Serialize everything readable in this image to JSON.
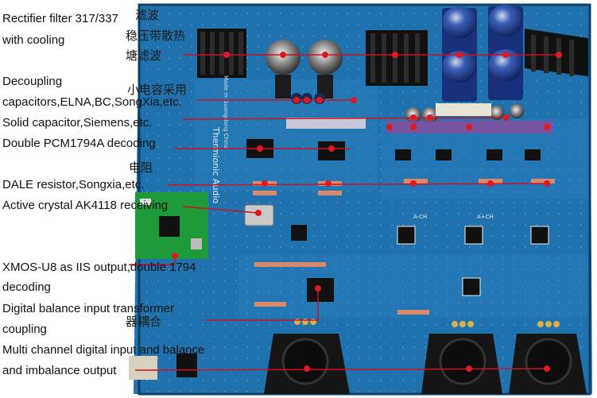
{
  "annotations": [
    {
      "id": "rectifier",
      "lines": [
        "Rectifier filter 317/337",
        "with cooling"
      ]
    },
    {
      "id": "decoupling",
      "lines": [
        "Decoupling",
        "capacitors,ELNA,BC,SongXia,etc."
      ]
    },
    {
      "id": "solid-cap",
      "lines": [
        "Solid capacitor,Siemens,etc."
      ]
    },
    {
      "id": "pcm1794a",
      "lines": [
        "Double PCM1794A decoding"
      ]
    },
    {
      "id": "dale",
      "lines": [
        "DALE resistor,Songxia,etc."
      ]
    },
    {
      "id": "ak4118",
      "lines": [
        "Active crystal AK4118 receiving"
      ]
    },
    {
      "id": "xmos",
      "lines": [
        "XMOS-U8 as IIS output,double 1794",
        "decoding"
      ]
    },
    {
      "id": "transformer",
      "lines": [
        "Digital balance input transformer",
        "coupling"
      ]
    },
    {
      "id": "multichannel",
      "lines": [
        "Multi channel digital input and balance",
        "and imbalance output"
      ]
    }
  ],
  "chinese_fragments": [
    "滤波",
    "稳压带散热",
    "塘滤波",
    "小电容采用",
    "电阻",
    "器耦合"
  ],
  "board_text": [
    "Thermionic Audio",
    "Made in Guangdong China",
    "A-CH",
    "A+CH"
  ],
  "colors": {
    "board": "#1d6fa8",
    "board_dark": "#12507d",
    "pointer": "#cc1122",
    "dot": "#dd1a22"
  }
}
